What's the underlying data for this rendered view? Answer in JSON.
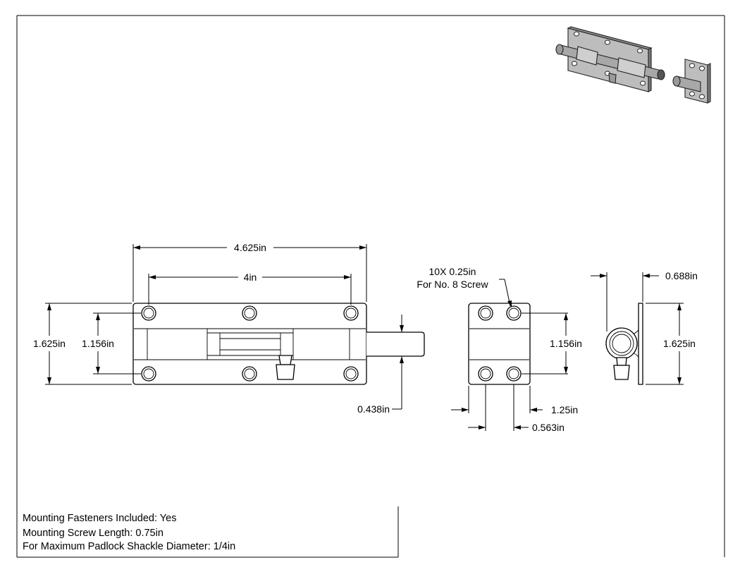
{
  "dimensions": {
    "overall_length": "4.625in",
    "hole_spacing_length": "4in",
    "plate_height_front": "1.625in",
    "hole_spacing_height_front": "1.156in",
    "bolt_diameter": "0.438in",
    "screw_note_line1": "10X 0.25in",
    "screw_note_line2": "For No. 8 Screw",
    "keeper_hole_spacing_height": "1.156in",
    "keeper_width": "1.25in",
    "keeper_hole_offset": "0.563in",
    "side_depth": "0.688in",
    "plate_height_side": "1.625in"
  },
  "notes": {
    "line1": "Mounting Fasteners Included: Yes",
    "line2": "Mounting Screw Length: 0.75in",
    "line3": "For Maximum Padlock Shackle Diameter: 1/4in"
  }
}
